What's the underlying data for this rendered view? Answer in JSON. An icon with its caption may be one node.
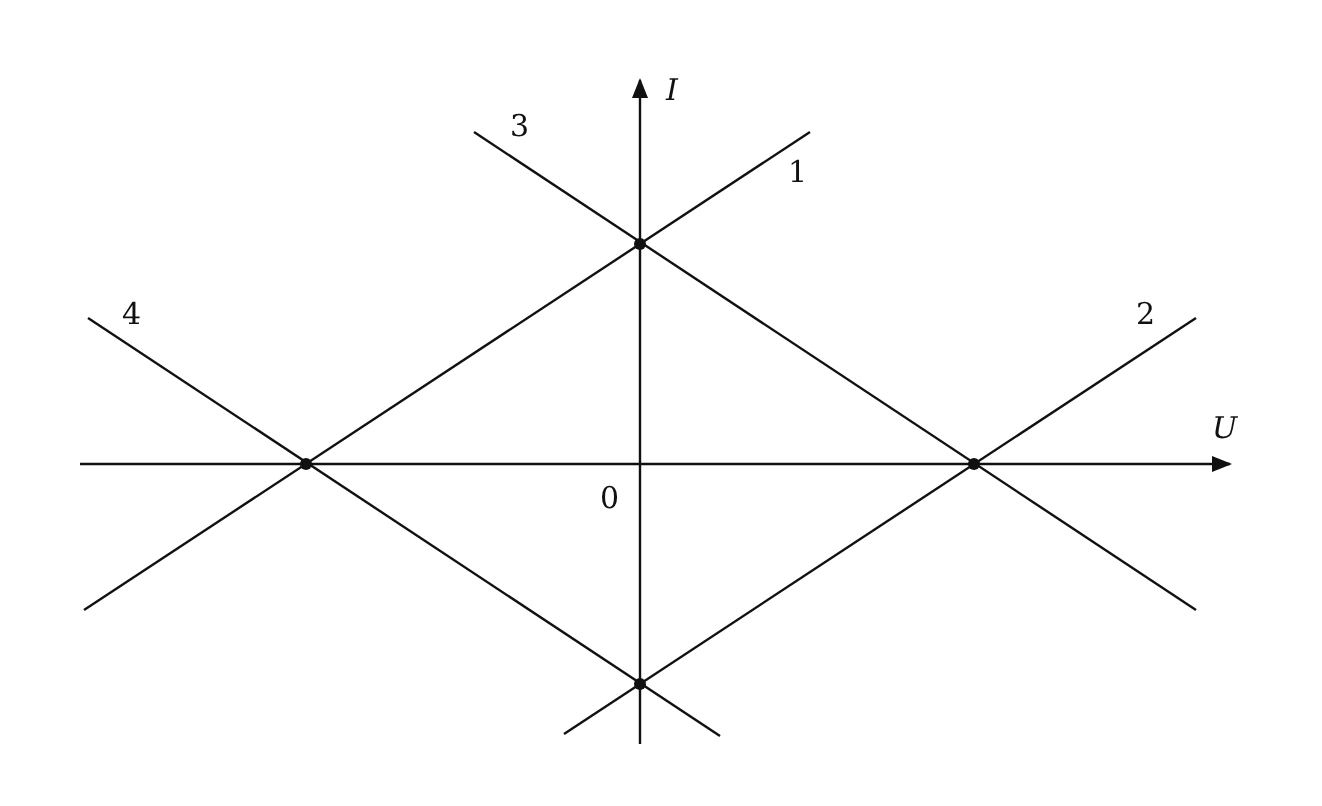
{
  "diagram": {
    "labels": [
      "I",
      "3",
      "1",
      "4",
      "2",
      "U",
      "0"
    ]
  }
}
